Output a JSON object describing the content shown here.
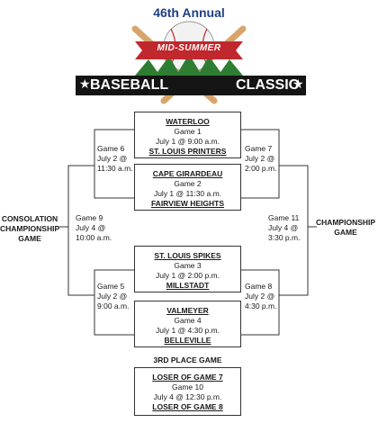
{
  "logo": {
    "annual": "46th Annual",
    "midsummer": "MID-SUMMER",
    "left_word": "BASEBALL",
    "right_word": "CLASSIC",
    "star_left": "★",
    "star_right": "★",
    "colors": {
      "navy": "#1f3f86",
      "red": "#c0282d",
      "green": "#2f7d32",
      "banner": "#141414",
      "bat": "#d7a56b"
    }
  },
  "games": {
    "g1": {
      "top": "WATERLOO",
      "label": "Game 1",
      "when": "July 1 @ 9:00 a.m.",
      "bottom": "ST. LOUIS PRINTERS"
    },
    "g2": {
      "top": "CAPE GIRARDEAU",
      "label": "Game 2",
      "when": "July 1 @ 11:30 a.m.",
      "bottom": "FAIRVIEW HEIGHTS"
    },
    "g3": {
      "top": "ST. LOUIS SPIKES",
      "label": "Game 3",
      "when": "July 1 @ 2:00 p.m.",
      "bottom": "MILLSTADT"
    },
    "g4": {
      "top": "VALMEYER",
      "label": "Game 4",
      "when": "July 1 @ 4:30 p.m.",
      "bottom": "BELLEVILLE"
    },
    "g10": {
      "top": "LOSER OF GAME 7",
      "label": "Game 10",
      "when": "July 4 @ 12:30 p.m.",
      "bottom": "LOSER OF GAME 8"
    }
  },
  "side_games": {
    "g6": [
      "Game 6",
      "July 2 @",
      "11:30 a.m."
    ],
    "g7": [
      "Game 7",
      "July 2 @",
      "2:00 p.m."
    ],
    "g5": [
      "Game 5",
      "July 2 @",
      "9:00 a.m."
    ],
    "g8": [
      "Game 8",
      "July 2 @",
      "4:30 p.m."
    ],
    "g9": [
      "Game 9",
      "July 4 @",
      "10:00 a.m."
    ],
    "g11": [
      "Game 11",
      "July 4 @",
      "3:30 p.m."
    ]
  },
  "labels": {
    "consolation": [
      "CONSOLATION",
      "CHAMPIONSHIP",
      "GAME"
    ],
    "championship": [
      "CHAMPIONSHIP",
      "GAME"
    ],
    "third_place": "3RD PLACE GAME"
  }
}
